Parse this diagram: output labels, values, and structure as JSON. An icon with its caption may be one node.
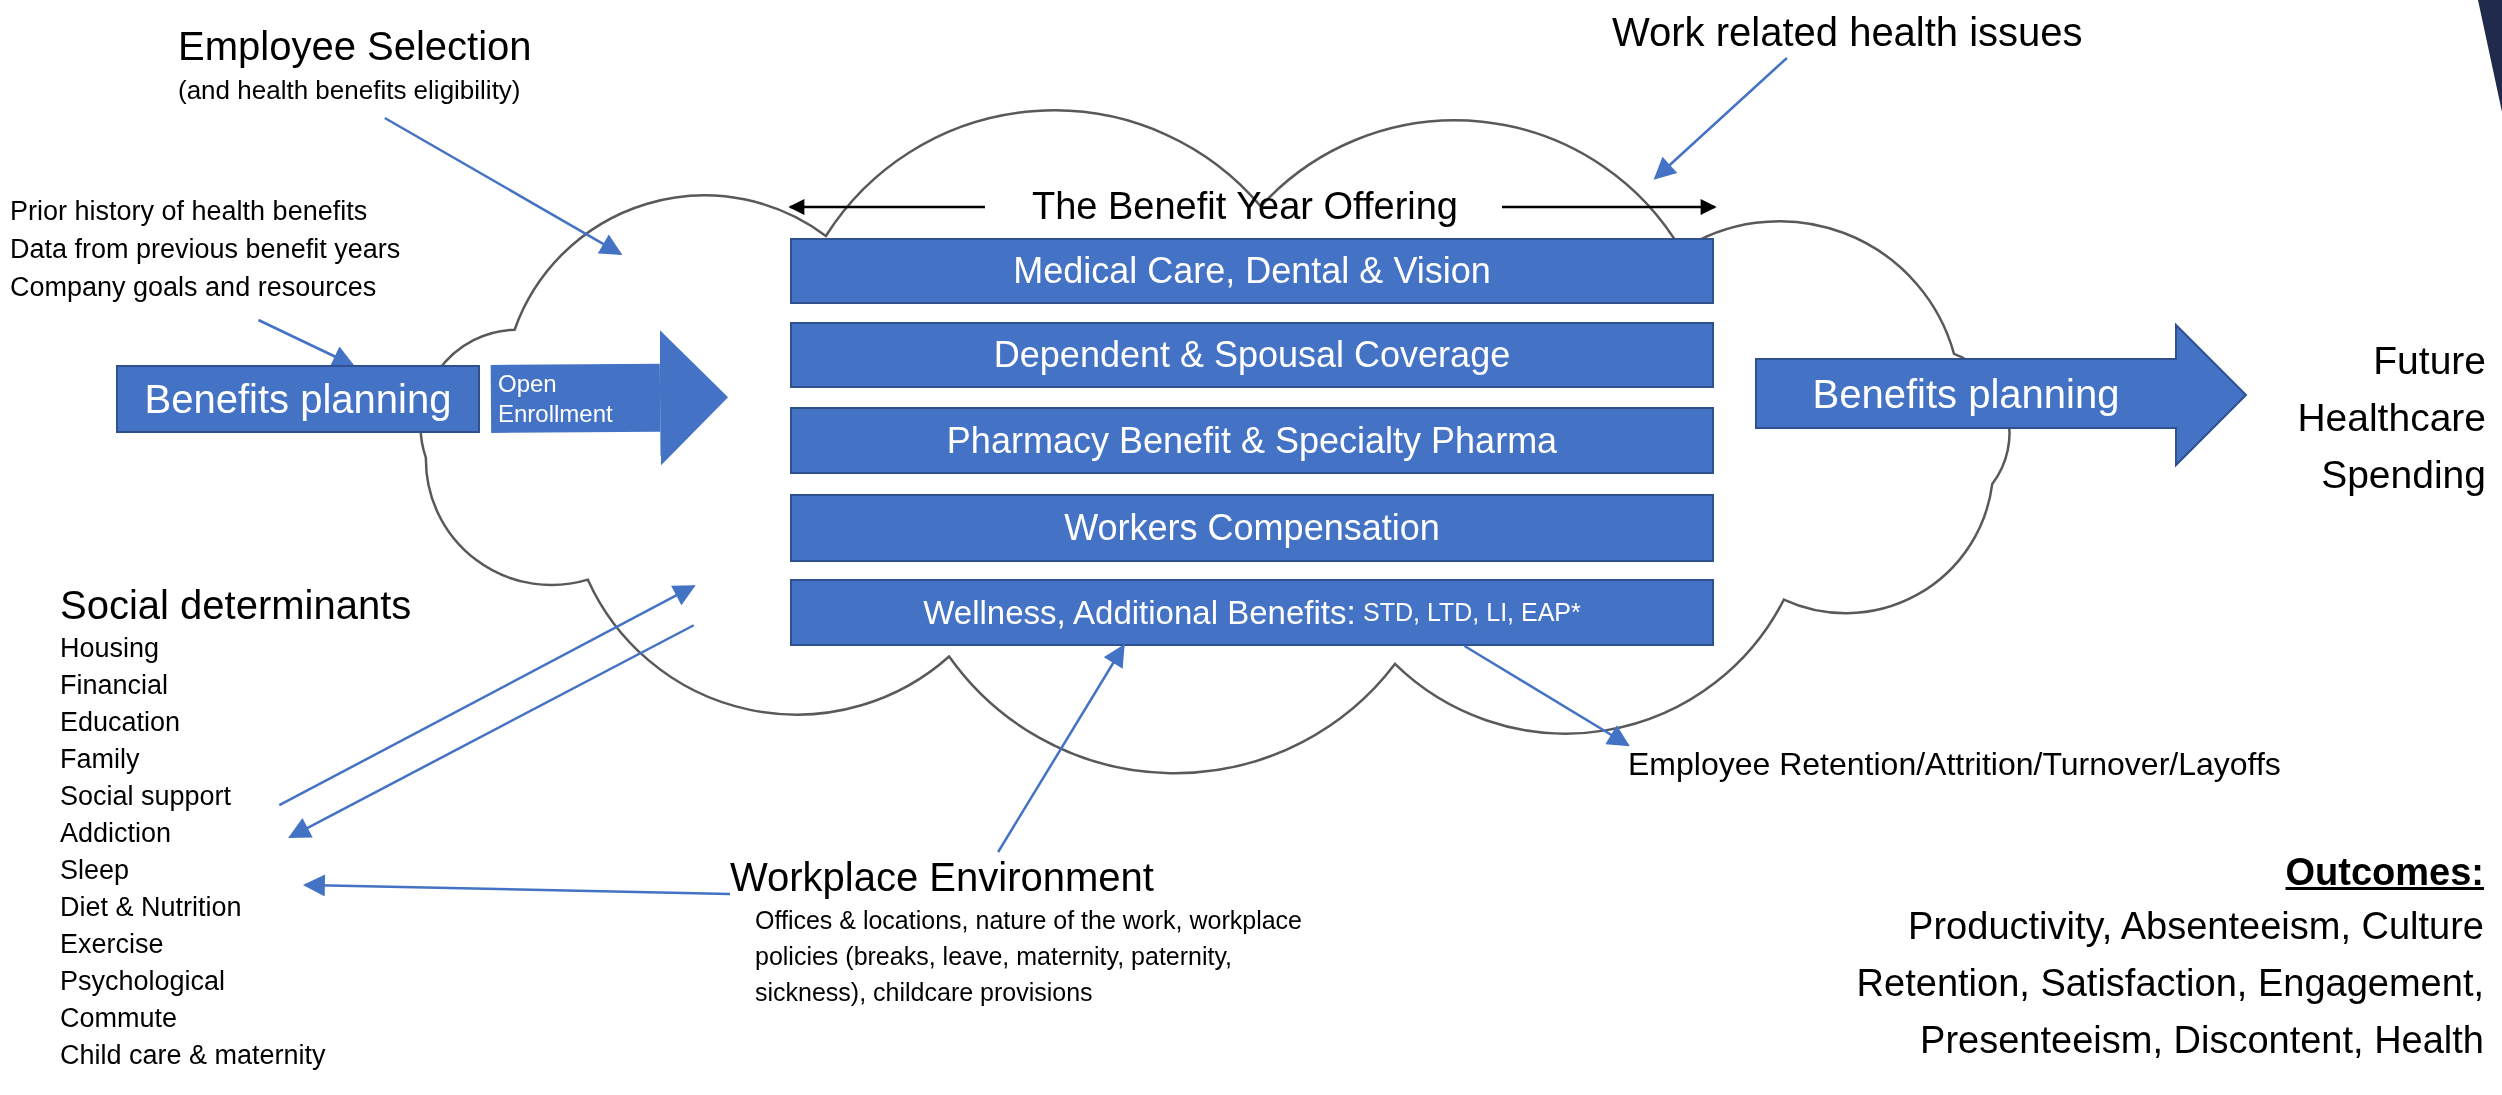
{
  "diagram": {
    "nodes": [
      {
        "text": [
          "Employee Selection",
          "(and health benefits eligibility)"
        ]
      },
      {
        "text": [
          "Prior history of health benefits",
          "Data from previous benefit years",
          "Company goals and resources"
        ]
      },
      {
        "text": [
          "Work related health issues"
        ]
      },
      {
        "text": [],
        "shape": "cloud"
      },
      {
        "text": [
          "Medical Care, Dental & Vision"
        ],
        "in": 3
      },
      {
        "text": [
          "Dependent & Spousal Coverage"
        ],
        "in": 3
      },
      {
        "text": [
          "Pharmacy Benefit & Specialty Pharma"
        ],
        "in": 3
      },
      {
        "text": [
          "Workers Compensation"
        ],
        "in": 3
      },
      {
        "text": [
          "Wellness, Additional Benefits:",
          "STD, LTD, LI, EAP*"
        ],
        "in": 3
      },
      {
        "text": [
          "Benefits planning"
        ]
      },
      {
        "text": [
          "Benefits planning"
        ]
      },
      {
        "text": [
          "Future Healthcare Spending"
        ]
      },
      {
        "text": [
          "Social determinants",
          "Housing",
          "Financial",
          "Education",
          "Family",
          "Social support",
          "Addiction",
          "Sleep",
          "Diet & Nutrition",
          "Exercise",
          "Psychological",
          "Commute",
          "Child care & maternity"
        ]
      },
      {
        "text": [
          "Workplace Environment",
          "Offices & locations, nature of the work, workplace policies (breaks, leave, maternity, paternity, sickness), childcare provisions"
        ]
      },
      {
        "text": [
          "Employee Retention/Attrition/Turnover/Layoffs"
        ]
      },
      {
        "text": [
          "Outcomes:",
          "Productivity, Absenteeism, Culture Retention, Satisfaction, Engagement, Presenteeism, Discontent, Health"
        ]
      }
    ],
    "edges": [
      {
        "from": 0,
        "to": 3,
        "arrow": "to"
      },
      {
        "from": 1,
        "to": 9,
        "arrow": "to"
      },
      {
        "from": 2,
        "to": 3,
        "arrow": "to"
      },
      {
        "from": 12,
        "to": 3,
        "arrow": "to"
      },
      {
        "from": 3,
        "to": 12,
        "arrow": "to"
      },
      {
        "from": 13,
        "to": 12,
        "arrow": "to"
      },
      {
        "from": 13,
        "to": 8,
        "arrow": "to"
      },
      {
        "from": 8,
        "to": 14,
        "arrow": "to"
      },
      {
        "from": 9,
        "to": 3,
        "arrow": "to",
        "label": "Open Enrollment",
        "style": "thick"
      }
    ],
    "labels": [
      "The Benefit Year Offering"
    ]
  }
}
